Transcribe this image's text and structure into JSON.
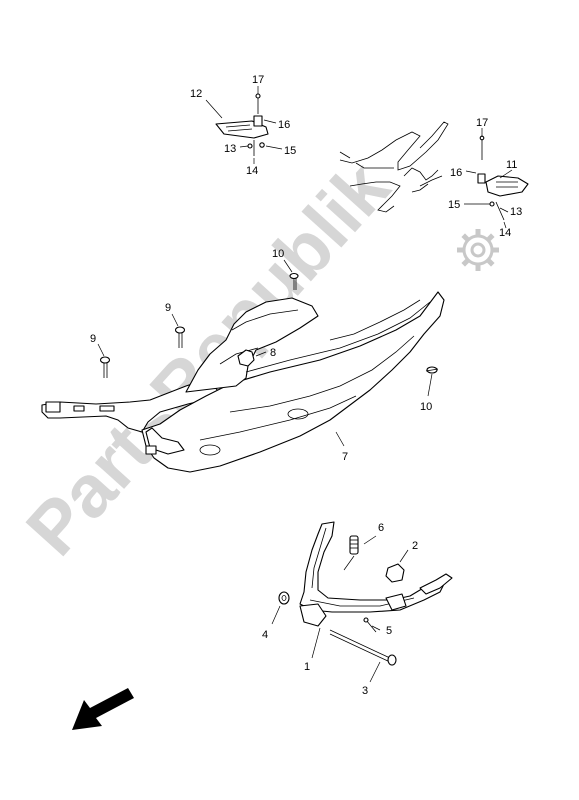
{
  "watermark": {
    "text": "PartsRepublik"
  },
  "callouts": {
    "c1": "1",
    "c2": "2",
    "c3": "3",
    "c4": "4",
    "c5": "5",
    "c6": "6",
    "c7": "7",
    "c8": "8",
    "c9a": "9",
    "c9b": "9",
    "c10a": "10",
    "c10b": "10",
    "c11": "11",
    "c12": "12",
    "c13a": "13",
    "c13b": "13",
    "c14a": "14",
    "c14b": "14",
    "c15a": "15",
    "c15b": "15",
    "c16a": "16",
    "c16b": "16",
    "c17a": "17",
    "c17b": "17"
  },
  "icons": {
    "gear": "gear-icon",
    "direction": "direction-arrow-icon"
  }
}
